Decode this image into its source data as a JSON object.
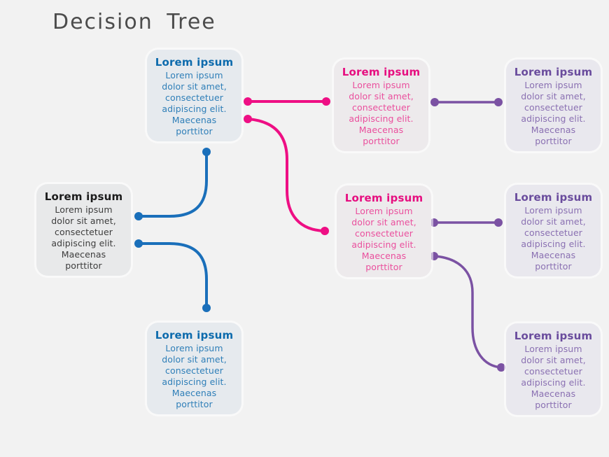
{
  "page": {
    "title": "Decision Tree"
  },
  "colors": {
    "background": "#f2f2f2",
    "title_text": "#4c4c4c",
    "box_fill": "#e9eaec",
    "blue_accent": "#1a6fba",
    "pink_accent": "#ee0f84",
    "purple_accent": "#7b52a3",
    "root_text": "#1b1b1b"
  },
  "nodes": [
    {
      "id": "root",
      "level": 1,
      "color_family": "dark",
      "title": "Lorem ipsum",
      "body": "Lorem ipsum dolor sit amet, consectetuer adipiscing elit. Maecenas porttitor"
    },
    {
      "id": "blue-top",
      "level": 2,
      "color_family": "blue",
      "title": "Lorem ipsum",
      "body": "Lorem ipsum dolor sit amet, consectetuer adipiscing elit. Maecenas porttitor"
    },
    {
      "id": "blue-bottom",
      "level": 2,
      "color_family": "blue",
      "title": "Lorem ipsum",
      "body": "Lorem ipsum dolor sit amet, consectetuer adipiscing elit. Maecenas porttitor"
    },
    {
      "id": "pink-top",
      "level": 3,
      "color_family": "pink",
      "title": "Lorem ipsum",
      "body": "Lorem ipsum dolor sit amet, consectetuer adipiscing elit. Maecenas porttitor"
    },
    {
      "id": "pink-middle",
      "level": 3,
      "color_family": "pink",
      "title": "Lorem ipsum",
      "body": "Lorem ipsum dolor sit amet, consectetuer adipiscing elit. Maecenas porttitor"
    },
    {
      "id": "purple-top",
      "level": 4,
      "color_family": "purple",
      "title": "Lorem ipsum",
      "body": "Lorem ipsum dolor sit amet, consectetuer adipiscing elit. Maecenas porttitor"
    },
    {
      "id": "purple-middle",
      "level": 4,
      "color_family": "purple",
      "title": "Lorem ipsum",
      "body": "Lorem ipsum dolor sit amet, consectetuer adipiscing elit. Maecenas porttitor"
    },
    {
      "id": "purple-bottom",
      "level": 4,
      "color_family": "purple",
      "title": "Lorem ipsum",
      "body": "Lorem ipsum dolor sit amet, consectetuer adipiscing elit. Maecenas porttitor"
    }
  ],
  "edges": [
    {
      "from": "root",
      "to": "blue-top",
      "color": "#1a6fba",
      "shape": "curve-up"
    },
    {
      "from": "root",
      "to": "blue-bottom",
      "color": "#1a6fba",
      "shape": "curve-down"
    },
    {
      "from": "blue-top",
      "to": "pink-top",
      "color": "#ee0f84",
      "shape": "straight"
    },
    {
      "from": "blue-top",
      "to": "pink-middle",
      "color": "#ee0f84",
      "shape": "s-curve-down"
    },
    {
      "from": "pink-top",
      "to": "purple-top",
      "color": "#7b52a3",
      "shape": "straight"
    },
    {
      "from": "pink-middle",
      "to": "purple-middle",
      "color": "#7b52a3",
      "shape": "straight"
    },
    {
      "from": "pink-middle",
      "to": "purple-bottom",
      "color": "#7b52a3",
      "shape": "s-curve-down"
    }
  ]
}
